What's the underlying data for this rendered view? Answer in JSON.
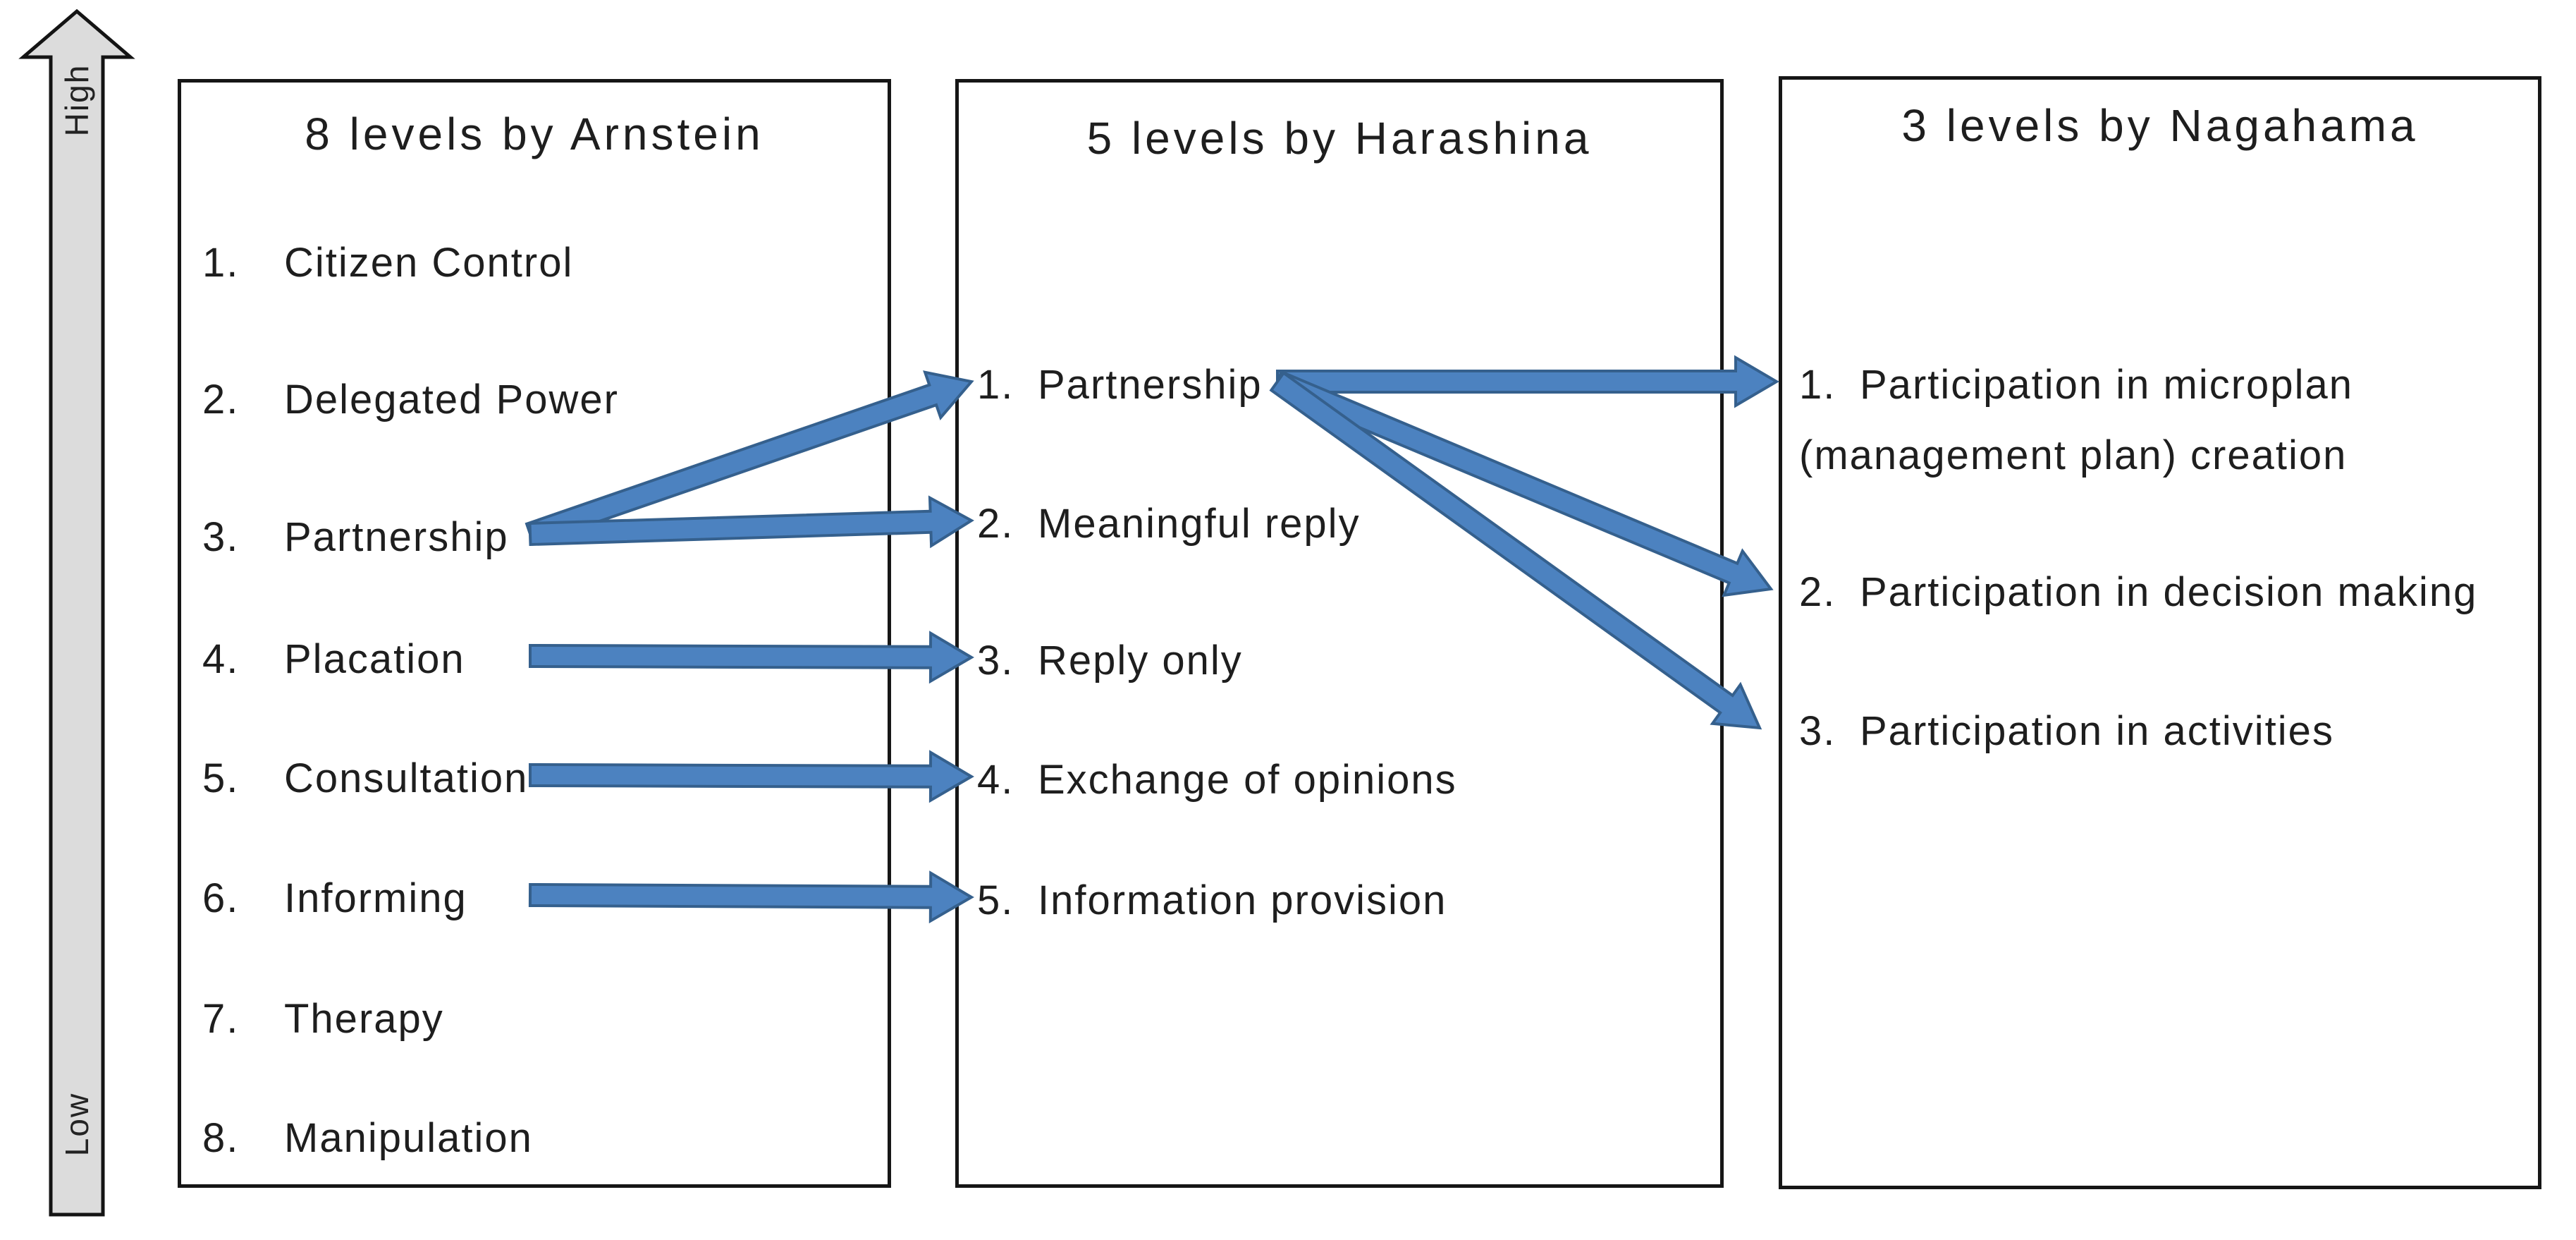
{
  "page": {
    "background": "#ffffff"
  },
  "scale_arrow": {
    "high_label": "High",
    "low_label": "Low",
    "fill": "#dcdcdc",
    "outline": "#141414"
  },
  "arrow_style": {
    "fill": "#4c82c0",
    "outline": "#35608d"
  },
  "columns": [
    {
      "id": "arnstein",
      "title": "8 levels by Arnstein",
      "items": [
        {
          "num": "1.",
          "label": "Citizen Control"
        },
        {
          "num": "2.",
          "label": "Delegated Power"
        },
        {
          "num": "3.",
          "label": "Partnership"
        },
        {
          "num": "4.",
          "label": "Placation"
        },
        {
          "num": "5.",
          "label": "Consultation"
        },
        {
          "num": "6.",
          "label": "Informing"
        },
        {
          "num": "7.",
          "label": "Therapy"
        },
        {
          "num": "8.",
          "label": "Manipulation"
        }
      ]
    },
    {
      "id": "harashina",
      "title": "5 levels by Harashina",
      "items": [
        {
          "num": "1.",
          "label": "Partnership"
        },
        {
          "num": "2.",
          "label": "Meaningful reply"
        },
        {
          "num": "3.",
          "label": "Reply only"
        },
        {
          "num": "4.",
          "label": "Exchange of opinions"
        },
        {
          "num": "5.",
          "label": "Information provision"
        }
      ]
    },
    {
      "id": "nagahama",
      "title": "3 levels by Nagahama",
      "items": [
        {
          "num": "1.",
          "label": "Participation in microplan\n(management plan) creation"
        },
        {
          "num": "2.",
          "label": "Participation in decision making"
        },
        {
          "num": "3.",
          "label": "Participation in activities"
        }
      ]
    }
  ],
  "connections": [
    {
      "from_column": "arnstein",
      "from_item": 3,
      "from_label": "Partnership",
      "to_column": "harashina",
      "to_item": 1,
      "to_label": "Partnership"
    },
    {
      "from_column": "arnstein",
      "from_item": 3,
      "from_label": "Partnership",
      "to_column": "harashina",
      "to_item": 2,
      "to_label": "Meaningful reply"
    },
    {
      "from_column": "arnstein",
      "from_item": 4,
      "from_label": "Placation",
      "to_column": "harashina",
      "to_item": 3,
      "to_label": "Reply only"
    },
    {
      "from_column": "arnstein",
      "from_item": 5,
      "from_label": "Consultation",
      "to_column": "harashina",
      "to_item": 4,
      "to_label": "Exchange of opinions"
    },
    {
      "from_column": "arnstein",
      "from_item": 6,
      "from_label": "Informing",
      "to_column": "harashina",
      "to_item": 5,
      "to_label": "Information provision"
    },
    {
      "from_column": "harashina",
      "from_item": 1,
      "from_label": "Partnership",
      "to_column": "nagahama",
      "to_item": 1,
      "to_label": "Participation in microplan (management plan) creation"
    },
    {
      "from_column": "harashina",
      "from_item": 1,
      "from_label": "Partnership",
      "to_column": "nagahama",
      "to_item": 2,
      "to_label": "Participation in decision making"
    },
    {
      "from_column": "harashina",
      "from_item": 1,
      "from_label": "Partnership",
      "to_column": "nagahama",
      "to_item": 3,
      "to_label": "Participation in activities"
    }
  ]
}
